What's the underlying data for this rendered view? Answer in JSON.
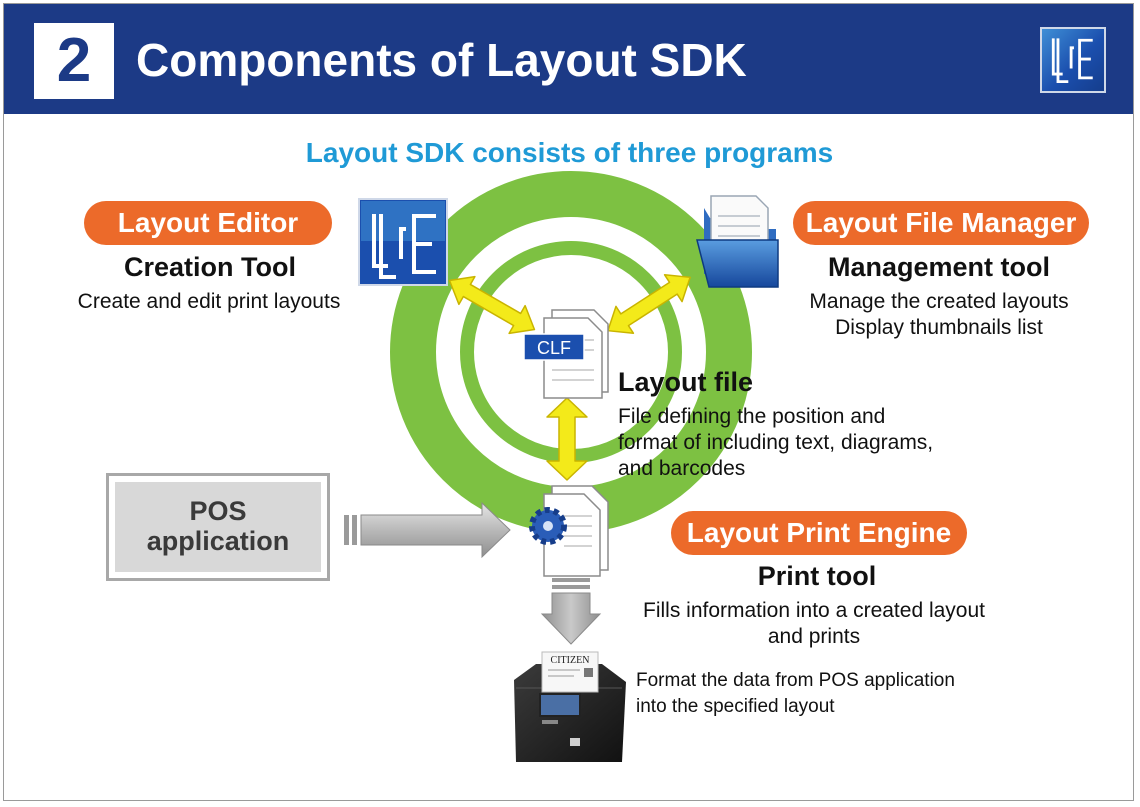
{
  "header": {
    "number": "2",
    "title": "Components of Layout SDK",
    "logo_icon": "cle-logo-icon"
  },
  "subtitle": "Layout SDK consists of three programs",
  "layout_editor": {
    "badge": "Layout Editor",
    "role": "Creation Tool",
    "description": "Create and edit print layouts",
    "icon": "cle-logo-icon"
  },
  "layout_file_manager": {
    "badge": "Layout File Manager",
    "role": "Management tool",
    "description_lines": [
      "Manage the created layouts",
      "Display thumbnails list"
    ],
    "icon": "folder-icon"
  },
  "layout_file": {
    "icon_label": "CLF",
    "title": "Layout file",
    "description_lines": [
      "File defining the position and",
      "format of including text, diagrams,",
      "and barcodes"
    ]
  },
  "pos_application": {
    "lines": [
      "POS",
      "application"
    ]
  },
  "layout_print_engine": {
    "badge": "Layout Print Engine",
    "role": "Print tool",
    "description_lines": [
      "Fills information into a created layout",
      "and prints"
    ],
    "icon": "gear-document-icon"
  },
  "printer": {
    "brand": "CITIZEN",
    "description_lines": [
      "Format the data from POS application",
      "into the specified layout"
    ]
  },
  "colors": {
    "header_bg": "#1c3a86",
    "accent_orange": "#ec6a2a",
    "subtitle_blue": "#1f9ad6",
    "ring_green": "#7dc142",
    "arrow_yellow": "#f3ea1a"
  }
}
